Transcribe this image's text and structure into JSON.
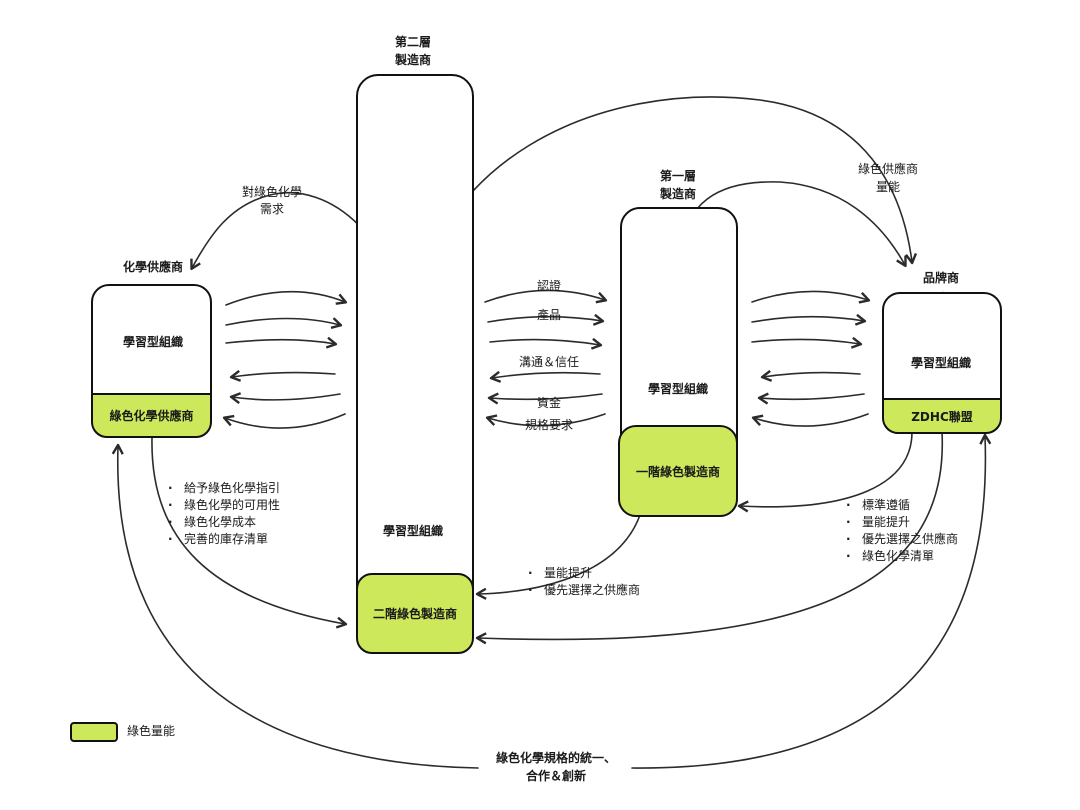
{
  "nodes": {
    "tier2": {
      "title_line1": "第二層",
      "title_line2": "製造商",
      "org": "學習型組織",
      "green": "二階綠色製造商"
    },
    "tier1": {
      "title_line1": "第一層",
      "title_line2": "製造商",
      "org": "學習型組織",
      "green": "一階綠色製造商"
    },
    "chem": {
      "title": "化學供應商",
      "org": "學習型組織",
      "green": "綠色化學供應商"
    },
    "brand": {
      "title": "品牌商",
      "org": "學習型組織",
      "green": "ZDHC聯盟"
    }
  },
  "labels": {
    "demand_line1": "對綠色化學",
    "demand_line2": "需求",
    "supplier_cap_line1": "綠色供應商",
    "supplier_cap_line2": "量能",
    "cert": "認證",
    "product": "產品",
    "comm": "溝通＆信任",
    "funds": "資金",
    "spec": "規格要求",
    "bottom_line1": "綠色化學規格的統一、",
    "bottom_line2": "合作＆創新"
  },
  "lists": {
    "chem_to_tier2": [
      "給予綠色化學指引",
      "綠色化學的可用性",
      "綠色化學成本",
      "完善的庫存清單"
    ],
    "tier1_to_tier2": [
      "量能提升",
      "優先選擇之供應商"
    ],
    "brand_to_tier1": [
      "標準遵循",
      "量能提升",
      "優先選擇之供應商",
      "綠色化學清單"
    ]
  },
  "legend": {
    "label": "綠色量能"
  },
  "colors": {
    "green_box": "#cde85a",
    "green_arrow": "#eef6c8",
    "line": "#2b2b2b"
  }
}
